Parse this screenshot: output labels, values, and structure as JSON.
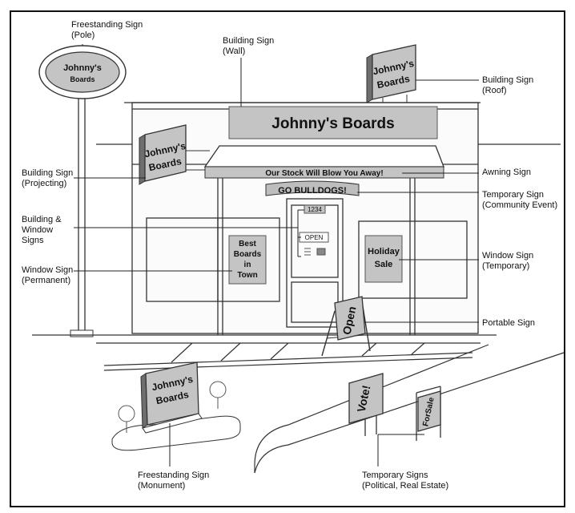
{
  "callouts": {
    "pole": {
      "title": "Freestanding Sign",
      "detail": "(Pole)"
    },
    "wall": {
      "title": "Building Sign",
      "detail": "(Wall)"
    },
    "roof": {
      "title": "Building Sign",
      "detail": "(Roof)"
    },
    "projecting": {
      "title": "Building Sign",
      "detail": "(Projecting)"
    },
    "awning": {
      "title": "Awning Sign"
    },
    "community": {
      "title": "Temporary Sign",
      "detail": "(Community Event)"
    },
    "building_window": {
      "line1": "Building &",
      "line2": "Window",
      "line3": "Signs"
    },
    "window_permanent": {
      "title": "Window Sign",
      "detail": "(Permanent)"
    },
    "window_temporary": {
      "title": "Window Sign",
      "detail": "(Temporary)"
    },
    "portable": {
      "title": "Portable Sign"
    },
    "monument": {
      "title": "Freestanding Sign",
      "detail": "(Monument)"
    },
    "political": {
      "title": "Temporary Signs",
      "detail": "(Political, Real Estate)"
    }
  },
  "signs": {
    "pole": {
      "line1": "Johnny's",
      "line2": "Boards"
    },
    "roof": {
      "line1": "Johnny's",
      "line2": "Boards"
    },
    "wall": "Johnny's Boards",
    "projecting": {
      "line1": "Johnny's",
      "line2": "Boards"
    },
    "awning": "Our Stock Will Blow You Away!",
    "banner": "GO BULLDOGS!",
    "address": "1234",
    "door_open": "OPEN",
    "window_permanent": {
      "line1": "Best",
      "line2": "Boards",
      "line3": "in",
      "line4": "Town"
    },
    "window_temporary": {
      "line1": "Holiday",
      "line2": "Sale"
    },
    "portable": "Open",
    "monument": {
      "line1": "Johnny's",
      "line2": "Boards"
    },
    "vote": "Vote!",
    "forsale": "ForSale"
  },
  "colors": {
    "sign_fill": "#c4c4c4",
    "sign_dark": "#6e6e6e",
    "ink": "#111111"
  }
}
